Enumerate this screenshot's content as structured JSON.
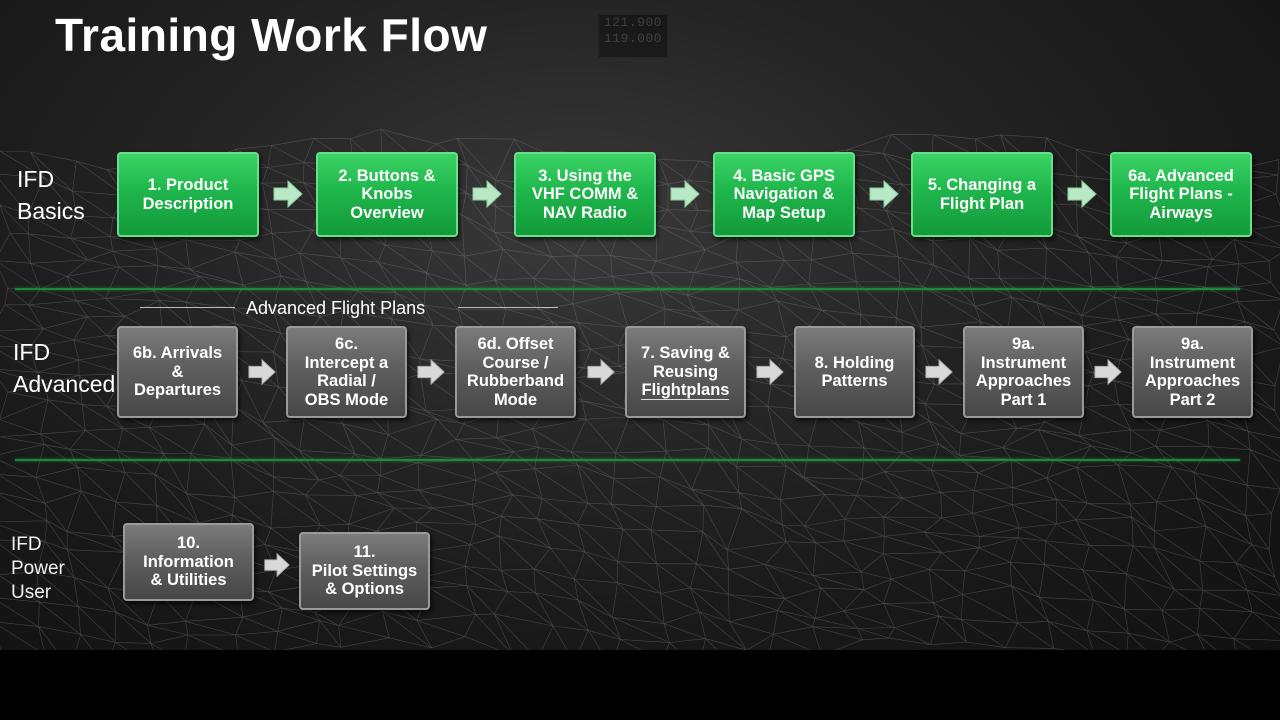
{
  "title": "Training Work Flow",
  "background_readout": [
    "121.900",
    "119.000"
  ],
  "colors": {
    "green_box": "#1fb64c",
    "gray_box": "#5f5f5f",
    "divider": "#1a8a3a",
    "arrow_green": "#b9e8c6",
    "arrow_gray": "#d9d9d9"
  },
  "rows": {
    "basics": {
      "label": [
        "IFD",
        "Basics"
      ],
      "boxes": [
        [
          "1. Product",
          "Description"
        ],
        [
          "2. Buttons &",
          "Knobs",
          "Overview"
        ],
        [
          "3. Using the",
          "VHF COMM &",
          "NAV Radio"
        ],
        [
          "4. Basic GPS",
          "Navigation &",
          "Map Setup"
        ],
        [
          "5. Changing a",
          "Flight Plan"
        ],
        [
          "6a. Advanced",
          "Flight Plans -",
          "Airways"
        ]
      ]
    },
    "advanced": {
      "label": [
        "IFD",
        "Advanced"
      ],
      "group_header": "Advanced Flight Plans",
      "boxes": [
        [
          "6b. Arrivals",
          "&",
          "Departures"
        ],
        [
          "6c.",
          "Intercept a",
          "Radial /",
          "OBS Mode"
        ],
        [
          "6d. Offset",
          "Course  /",
          "Rubberband",
          "Mode"
        ],
        [
          "7. Saving &",
          "Reusing",
          "Flightplans"
        ],
        [
          "8. Holding",
          "Patterns"
        ],
        [
          "9a.",
          "Instrument",
          "Approaches",
          "Part 1"
        ],
        [
          "9a.",
          "Instrument",
          "Approaches",
          "Part 2"
        ]
      ]
    },
    "power": {
      "label": [
        "IFD",
        "Power",
        "User"
      ],
      "boxes": [
        [
          "10.",
          "Information",
          "& Utilities"
        ],
        [
          "11.",
          "Pilot Settings",
          "& Options"
        ]
      ]
    }
  }
}
